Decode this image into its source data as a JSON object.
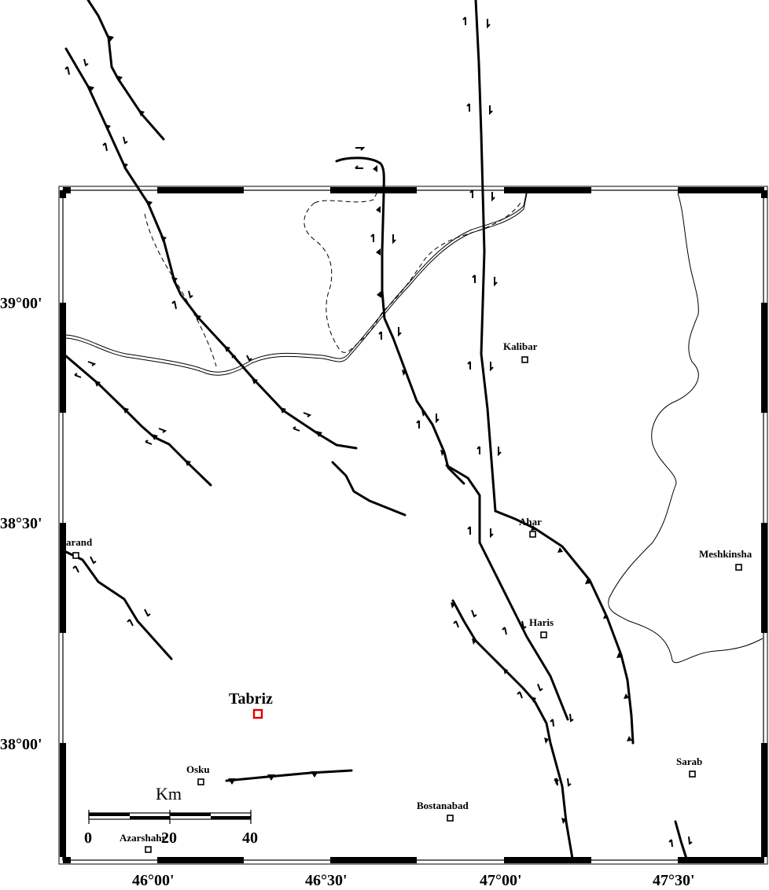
{
  "map": {
    "latitude_labels": [
      "39°00'",
      "38°30'",
      "38°00'"
    ],
    "longitude_labels": [
      "46°00'",
      "46°30'",
      "47°00'",
      "47°30'"
    ],
    "cities": [
      {
        "name": "Kalibar"
      },
      {
        "name": "Ahar"
      },
      {
        "name": "Meshkinsha"
      },
      {
        "name": "Haris"
      },
      {
        "name": "Sarab"
      },
      {
        "name": "Bostanabad"
      },
      {
        "name": "Osku"
      },
      {
        "name": "Azarshahr"
      },
      {
        "name": "arand"
      }
    ],
    "highlight_city": {
      "name": "Tabriz",
      "color": "#e00000"
    },
    "scale_bar": {
      "unit": "Km",
      "labels": [
        "0",
        "20",
        "40"
      ]
    }
  }
}
